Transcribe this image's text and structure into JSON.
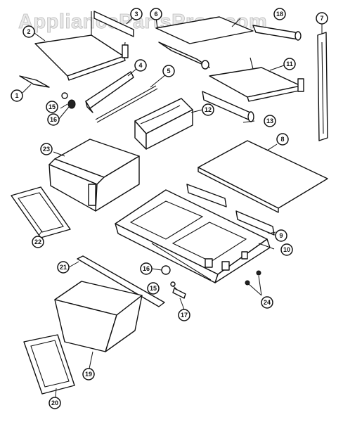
{
  "watermark": "AppliancePartsPros.com",
  "callouts": {
    "p1": "1",
    "p2": "2",
    "p3": "3",
    "p4": "4",
    "p5": "5",
    "p6": "6",
    "p7": "7",
    "p8": "8",
    "p9": "9",
    "p10": "10",
    "p11": "11",
    "p12": "12",
    "p13": "13",
    "p15a": "15",
    "p15b": "15",
    "p16a": "16",
    "p16b": "16",
    "p17": "17",
    "p18": "18",
    "p19": "19",
    "p20": "20",
    "p21": "21",
    "p22": "22",
    "p23": "23",
    "p24": "24"
  }
}
